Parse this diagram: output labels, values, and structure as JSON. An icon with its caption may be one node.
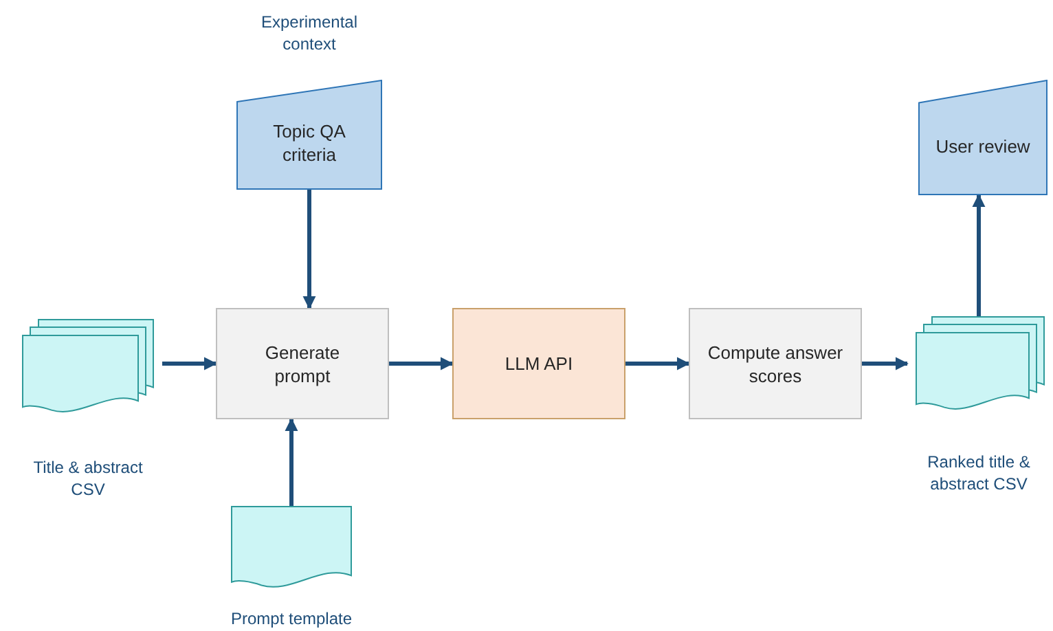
{
  "diagram": {
    "nodes": [
      {
        "text": [
          "Title & abstract CSV"
        ]
      },
      {
        "text": [
          "Experimental context",
          "Topic QA criteria"
        ]
      },
      {
        "text": [
          "Generate prompt"
        ]
      },
      {
        "text": [
          "Prompt template"
        ]
      },
      {
        "text": [
          "LLM API"
        ]
      },
      {
        "text": [
          "Compute answer scores"
        ]
      },
      {
        "text": [
          "Ranked title & abstract CSV"
        ]
      },
      {
        "text": [
          "User review"
        ]
      }
    ],
    "edges": [
      {
        "from": 0,
        "to": 2,
        "arrow": "to"
      },
      {
        "from": 1,
        "to": 2,
        "arrow": "to"
      },
      {
        "from": 3,
        "to": 2,
        "arrow": "to"
      },
      {
        "from": 2,
        "to": 4,
        "arrow": "to"
      },
      {
        "from": 4,
        "to": 5,
        "arrow": "to"
      },
      {
        "from": 5,
        "to": 6,
        "arrow": "to"
      },
      {
        "from": 6,
        "to": 7,
        "arrow": "to"
      }
    ]
  }
}
